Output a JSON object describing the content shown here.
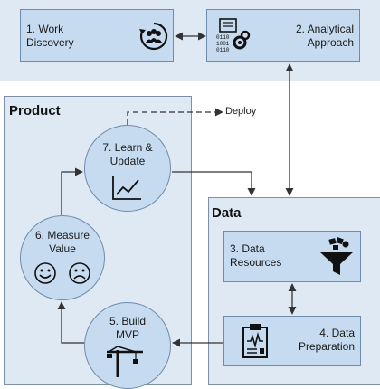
{
  "top": {
    "work_discovery": "1. Work\nDiscovery",
    "analytical_approach": "2. Analytical\nApproach"
  },
  "product": {
    "title": "Product",
    "learn_update": "7. Learn &\nUpdate",
    "measure_value": "6. Measure\nValue",
    "build_mvp": "5. Build\nMVP"
  },
  "data_panel": {
    "title": "Data",
    "data_resources": "3. Data\nResources",
    "data_preparation": "4. Data\nPreparation"
  },
  "deploy": "Deploy",
  "colors": {
    "panel_fill": "#dfe9f4",
    "node_fill": "#c6dbef",
    "node_border": "#6d8cab",
    "arrow": "#333333"
  }
}
